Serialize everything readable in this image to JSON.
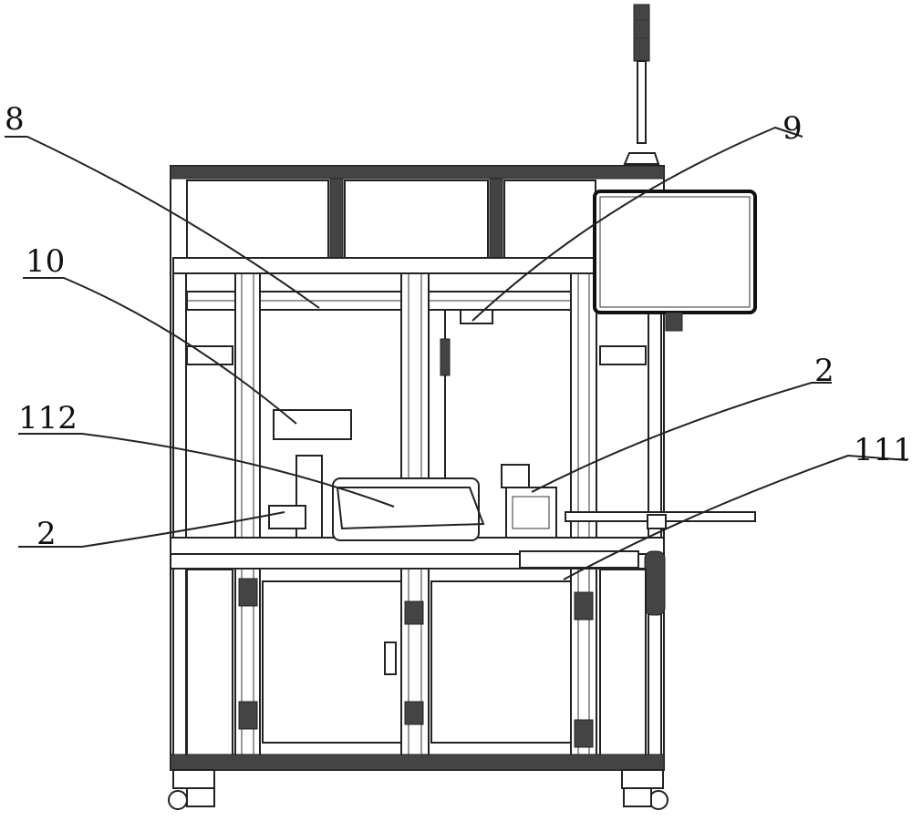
{
  "labels": {
    "l8": "8",
    "l9": "9",
    "l10": "10",
    "l112": "112",
    "l2_right": "2",
    "l111": "111",
    "l2_left": "2"
  }
}
